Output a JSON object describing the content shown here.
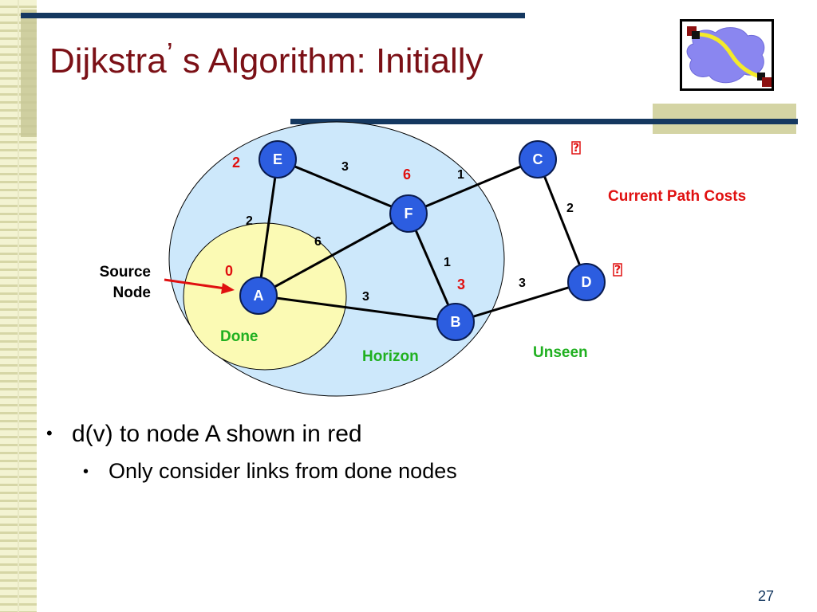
{
  "slide": {
    "title_main": "Dijkstra",
    "title_apostrophe": "’",
    "title_rest": " s Algorithm: Initially",
    "page_number": "27"
  },
  "diagram": {
    "nodes": [
      {
        "id": "E",
        "label": "E",
        "cost": "2"
      },
      {
        "id": "C",
        "label": "C",
        "cost": "\u0000"
      },
      {
        "id": "F",
        "label": "F",
        "cost": "6"
      },
      {
        "id": "A",
        "label": "A",
        "cost": "0"
      },
      {
        "id": "D",
        "label": "D",
        "cost": "\u0000"
      },
      {
        "id": "B",
        "label": "B",
        "cost": "3"
      }
    ],
    "edges": [
      {
        "from": "E",
        "to": "F",
        "weight": "3"
      },
      {
        "from": "F",
        "to": "C",
        "weight": "1"
      },
      {
        "from": "C",
        "to": "D",
        "weight": "2"
      },
      {
        "from": "E",
        "to": "A",
        "weight": "2"
      },
      {
        "from": "A",
        "to": "F",
        "weight": "6"
      },
      {
        "from": "F",
        "to": "B",
        "weight": "1"
      },
      {
        "from": "A",
        "to": "B",
        "weight": "3"
      },
      {
        "from": "B",
        "to": "D",
        "weight": "3"
      }
    ],
    "regions": {
      "done": "Done",
      "horizon": "Horizon",
      "unseen": "Unseen"
    },
    "legend": "Current Path Costs",
    "source_line1": "Source",
    "source_line2": "Node",
    "infinity_glyph": "?",
    "colors": {
      "node_fill": "#2c5de0",
      "horizon_fill": "#cde8fb",
      "done_fill": "#fbfab4",
      "cost": "#e01010",
      "region_label": "#20b020"
    }
  },
  "bullets": {
    "level1": "d(v) to node A shown in red",
    "level2": "Only consider links from done nodes",
    "marker": "•"
  }
}
